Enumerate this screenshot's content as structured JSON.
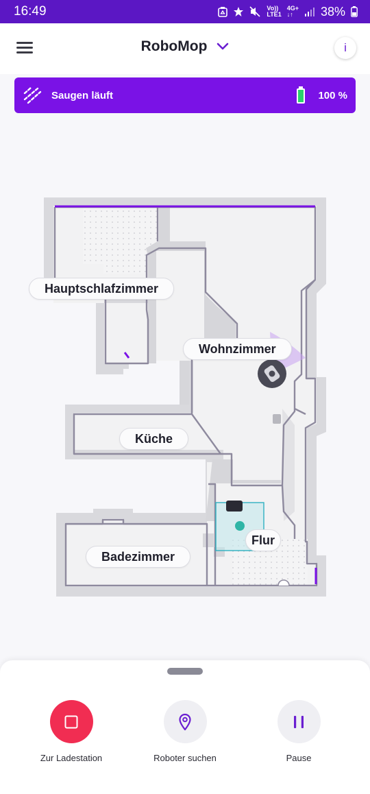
{
  "status_bar": {
    "time": "16:49",
    "network_top": "Vo))",
    "network_bottom": "LTE1",
    "data_top": "4G+",
    "battery_percent": "38%"
  },
  "app_bar": {
    "title": "RoboMop",
    "info_label": "i"
  },
  "status_banner": {
    "label": "Saugen läuft",
    "battery": "100 %",
    "battery_level": 1.0,
    "color": "#7a12e6"
  },
  "map": {
    "rooms": [
      {
        "name": "Hauptschlafzimmer"
      },
      {
        "name": "Wohnzimmer"
      },
      {
        "name": "Küche"
      },
      {
        "name": "Flur"
      },
      {
        "name": "Badezimmer"
      }
    ]
  },
  "actions": [
    {
      "label": "Zur Ladestation",
      "icon": "stop-square-icon",
      "color": "#f12d52"
    },
    {
      "label": "Roboter suchen",
      "icon": "location-pin-icon",
      "color": "#efeff3"
    },
    {
      "label": "Pause",
      "icon": "pause-icon",
      "color": "#efeff3"
    }
  ],
  "colors": {
    "brand": "#5b17c4",
    "accent": "#7a12e6",
    "wall": "#d8d8dc",
    "floor": "#f3f3f4",
    "outline": "#8e8a9e"
  }
}
